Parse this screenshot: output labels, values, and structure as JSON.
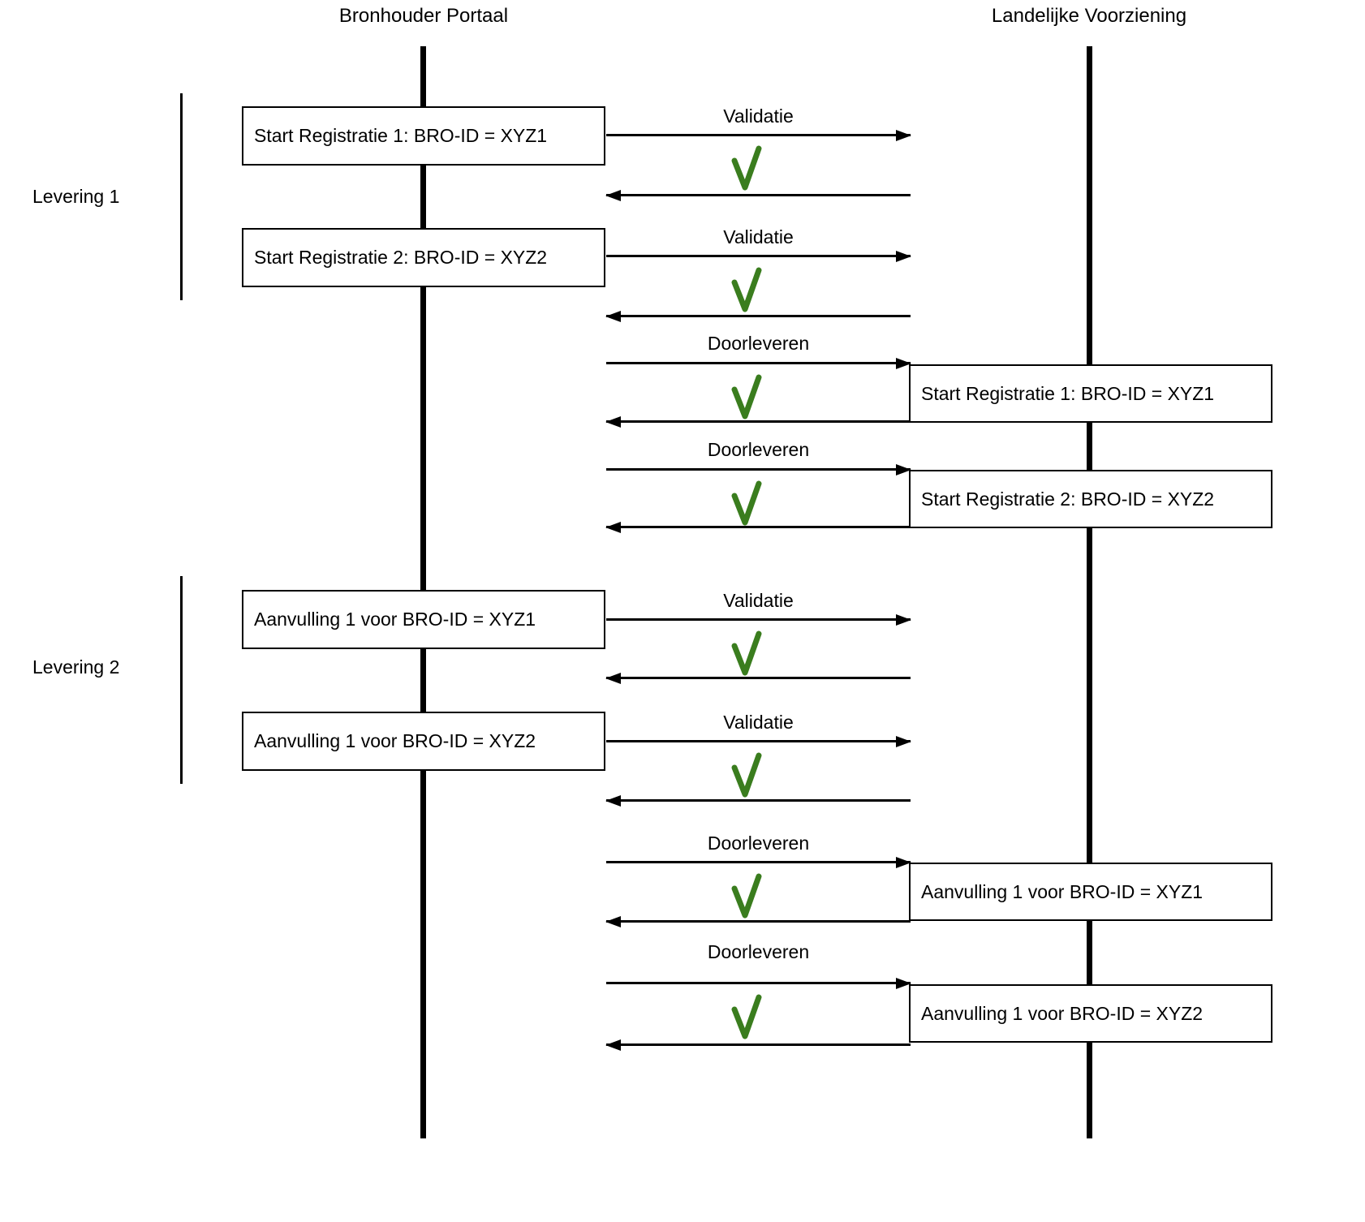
{
  "diagram": {
    "type": "sequence-diagram",
    "participants": [
      "Bronhouder Portaal",
      "Landelijke Voorziening"
    ],
    "deliveries": [
      {
        "label": "Levering 1"
      },
      {
        "label": "Levering 2"
      }
    ],
    "portal_messages": [
      "Start Registratie 1: BRO-ID = XYZ1",
      "Start Registratie 2: BRO-ID = XYZ2",
      "Aanvulling 1 voor BRO-ID = XYZ1",
      "Aanvulling 1 voor BRO-ID = XYZ2"
    ],
    "lv_messages": [
      "Start Registratie 1: BRO-ID = XYZ1",
      "Start Registratie 2: BRO-ID = XYZ2",
      "Aanvulling 1 voor BRO-ID = XYZ1",
      "Aanvulling 1 voor BRO-ID = XYZ2"
    ],
    "interactions": [
      {
        "label": "Validatie",
        "result_icon": "green-check"
      },
      {
        "label": "Validatie",
        "result_icon": "green-check"
      },
      {
        "label": "Doorleveren",
        "result_icon": "green-check"
      },
      {
        "label": "Doorleveren",
        "result_icon": "green-check"
      },
      {
        "label": "Validatie",
        "result_icon": "green-check"
      },
      {
        "label": "Validatie",
        "result_icon": "green-check"
      },
      {
        "label": "Doorleveren",
        "result_icon": "green-check"
      },
      {
        "label": "Doorleveren",
        "result_icon": "green-check"
      }
    ],
    "colors": {
      "check": "#3a7d1e",
      "line": "#000000",
      "box_background": "#ffffff"
    }
  }
}
